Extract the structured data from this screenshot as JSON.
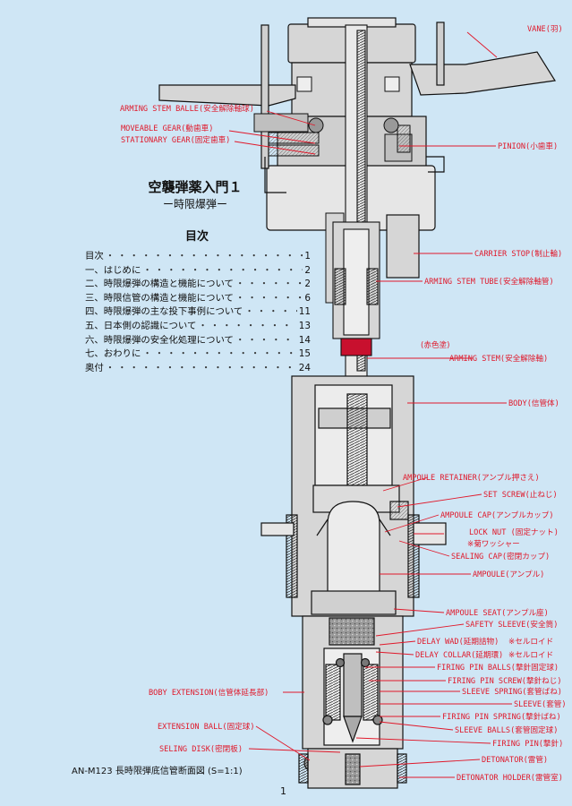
{
  "doc": {
    "title": "空襲弾薬入門１",
    "subtitle": "ー時限爆弾ー",
    "toc_heading": "目次",
    "toc": [
      {
        "label": "目次",
        "page": "1"
      },
      {
        "label": "一、はじめに",
        "page": "2"
      },
      {
        "label": "二、時限爆弾の構造と機能について",
        "page": "2"
      },
      {
        "label": "三、時限信管の構造と機能について",
        "page": "6"
      },
      {
        "label": "四、時限爆弾の主な投下事例について",
        "page": "11"
      },
      {
        "label": "五、日本側の認識について",
        "page": "13"
      },
      {
        "label": "六、時限爆弾の安全化処理について",
        "page": "14"
      },
      {
        "label": "七、おわりに",
        "page": "15"
      },
      {
        "label": "奥付",
        "page": "24"
      }
    ],
    "caption": "AN-M123 長時限弾底信管断面図 (S=1:1)",
    "page_number": "1"
  },
  "diagram": {
    "labels": {
      "vane": "VANE(羽)",
      "arming_stem_balle": "ARMING STEM BALLE(安全解除軸球)",
      "moveable_gear": "MOVEABLE GEAR(動歯車)",
      "stationary_gear": "STATIONARY GEAR(固定歯車)",
      "pinion": "PINION(小歯車)",
      "carrier_stop": "CARRIER STOP(制止輪)",
      "arming_stem_tube": "ARMING STEM TUBE(安全解除軸管)",
      "red_paint": "(赤色塗)",
      "arming_stem": "ARMING STEM(安全解除軸)",
      "body": "BODY(信管体)",
      "ampoule_retainer": "AMPOULE RETAINER(アンプル押さえ)",
      "set_screw": "SET SCREW(止ねじ)",
      "ampoule_cap": "AMPOULE CAP(アンプルカップ)",
      "lock_nut": "LOCK NUT (固定ナット)",
      "lock_nut_note": "※菊ワッシャー",
      "sealing_cap": "SEALING CAP(密閉カップ)",
      "ampoule": "AMPOULE(アンプル)",
      "ampoule_seat": "AMPOULE SEAT(アンプル座)",
      "safety_sleeve": "SAFETY SLEEVE(安全筒)",
      "delay_wad": "DELAY WAD(延期詰物)",
      "delay_wad_note": "※セルロイド",
      "delay_collar": "DELAY COLLAR(延期環)",
      "delay_collar_note": "※セルロイド",
      "firing_pin_balls": "FIRING PIN BALLS(撃針固定球)",
      "firing_pin_screw": "FIRING PIN SCREW(撃針ねじ)",
      "sleeve_spring": "SLEEVE SPRING(套管ばね)",
      "sleeve": "SLEEVE(套管)",
      "firing_pin_spring": "FIRING PIN SPRING(撃針ばね)",
      "sleeve_balls": "SLEEVE BALLS(套管固定球)",
      "firing_pin": "FIRING PIN(撃針)",
      "detonator": "DETONATOR(雷管)",
      "detonator_holder": "DETONATOR HOLDER(雷管室)",
      "boby_extension": "BOBY EXTENSION(信管体延長部)",
      "extension_ball": "EXTENSION BALL(固定球)",
      "seling_disk": "SELING DISK(密閉板)"
    },
    "colors": {
      "background": "#cfe6f5",
      "outline": "#111111",
      "metal": "#d6d6d6",
      "label": "#e0182a",
      "red_band": "#c8102e"
    }
  }
}
